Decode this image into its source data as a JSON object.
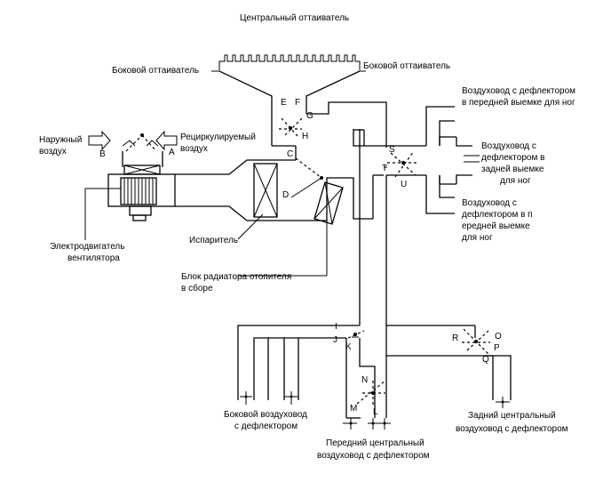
{
  "labels": {
    "central_defroster": "Центральный оттаиватель",
    "side_defroster_left": "Боковой оттаиватель",
    "side_defroster_right": "Боковой оттаиватель",
    "outside_air_1": "Наружный",
    "outside_air_2": "воздух",
    "recirc_air_1": "Рециркулируемый",
    "recirc_air_2": "воздух",
    "blower_motor_1": "Электродвигатель",
    "blower_motor_2": "вентилятора",
    "evaporator": "Испаритель",
    "heater_core_1": "Блок радиатора отопителя",
    "heater_core_2": "в сборе",
    "duct_front_foot_1": "Воздуховод с дефлектором",
    "duct_front_foot_2": "в передней выемке для ног",
    "duct_rear_foot_1": "Воздуховод с",
    "duct_rear_foot_2": "дефлектором в",
    "duct_rear_foot_3": "задней выемке",
    "duct_rear_foot_4": "для ног",
    "duct_front_foot_b_1": "Воздуховод с",
    "duct_front_foot_b_2": "дефлектором в п",
    "duct_front_foot_b_3": "ередней выемке",
    "duct_front_foot_b_4": "для ног",
    "side_vent_1": "Боковой воздуховод",
    "side_vent_2": "с дефлектором",
    "front_center_vent_1": "Передний центральный",
    "front_center_vent_2": "воздуховод с дефлектором",
    "rear_center_vent_1": "Задний центральный",
    "rear_center_vent_2": "воздуховод с дефлектором"
  },
  "letters": {
    "A": "A",
    "B": "B",
    "C": "C",
    "D": "D",
    "E": "E",
    "F": "F",
    "G": "G",
    "H": "H",
    "I": "I",
    "J": "J",
    "K": "K",
    "L": "L",
    "M": "M",
    "N": "N",
    "O": "O",
    "P": "P",
    "Q": "Q",
    "R": "R",
    "S": "S",
    "T": "T",
    "U": "U"
  }
}
